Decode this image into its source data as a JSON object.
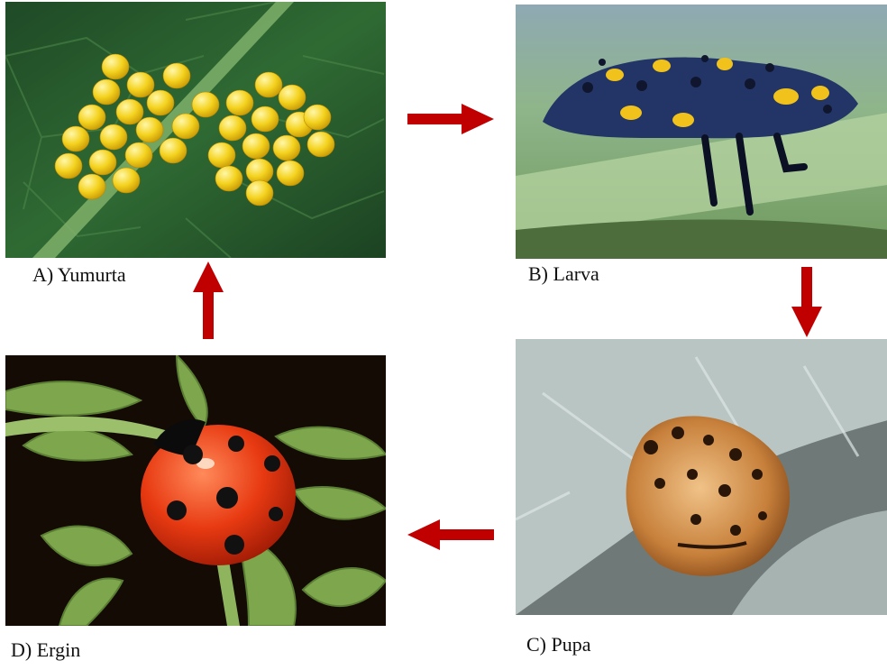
{
  "stages": [
    {
      "id": "a",
      "caption": "A) Yumurta",
      "image_subject": "ladybug-eggs-on-leaf"
    },
    {
      "id": "b",
      "caption": "B) Larva",
      "image_subject": "ladybug-larva-on-leaf"
    },
    {
      "id": "c",
      "caption": "C) Pupa",
      "image_subject": "ladybug-pupa-on-leaf"
    },
    {
      "id": "d",
      "caption": "D) Ergin",
      "image_subject": "adult-ladybug-on-plant"
    }
  ],
  "arrow_color": "#c00000",
  "arrow_order": [
    "a-to-b",
    "b-to-c",
    "c-to-d",
    "d-to-a"
  ]
}
